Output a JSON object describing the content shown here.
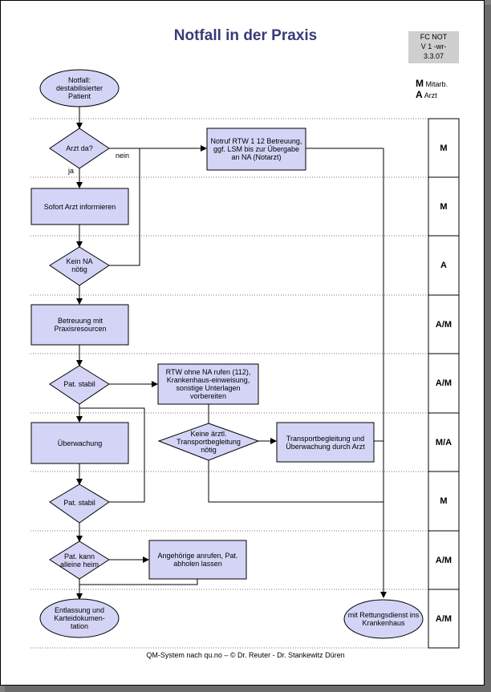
{
  "title": "Notfall in der Praxis",
  "version": [
    "FC NOT",
    "V 1 -wr-",
    "3.3.07"
  ],
  "legend": [
    {
      "key": "M",
      "text": "Mitarb."
    },
    {
      "key": "A",
      "text": "Arzt"
    }
  ],
  "roles": [
    "M",
    "M",
    "A",
    "A/M",
    "A/M",
    "M/A",
    "M",
    "A/M",
    "A/M"
  ],
  "nodes": {
    "start": "Notfall: destabilisierter Patient",
    "arzt_da": "Arzt da?",
    "notruf": "Notruf RTW 1 12 Betreuung, ggf. LSM bis zur Übergabe an NA (Notarzt)",
    "sofort": "Sofort Arzt informieren",
    "kein_na": "Kein NA nötig",
    "betreuung": "Betreuung mit Praxisresourcen",
    "stabil1": "Pat. stabil",
    "rtw_ohne": "RTW ohne NA rufen (112), Krankenhaus-einweisung, sonstige Unterlagen vorbereiten",
    "ueberwachung": "Überwachung",
    "keine": "Keine ärztl. Transportbegleitung nötig",
    "transport": "Transportbegleitung und Überwachung durch Arzt",
    "stabil2": "Pat. stabil",
    "heim": "Pat. kann alleine heim",
    "angehoerige": "Angehörige anrufen, Pat. abholen lassen",
    "entlassung": "Entlassung und Karteidokumen-tation",
    "rettung": "mit Rettungsdienst ins Krankenhaus"
  },
  "edge_labels": {
    "nein": "nein",
    "ja": "ja"
  },
  "footer": "QM-System nach qu.no – © Dr. Reuter - Dr. Stankewitz Düren",
  "colors": {
    "node_fill": "#d4d4f7",
    "title": "#3a3a78",
    "version_bg": "#cfcfcf"
  }
}
